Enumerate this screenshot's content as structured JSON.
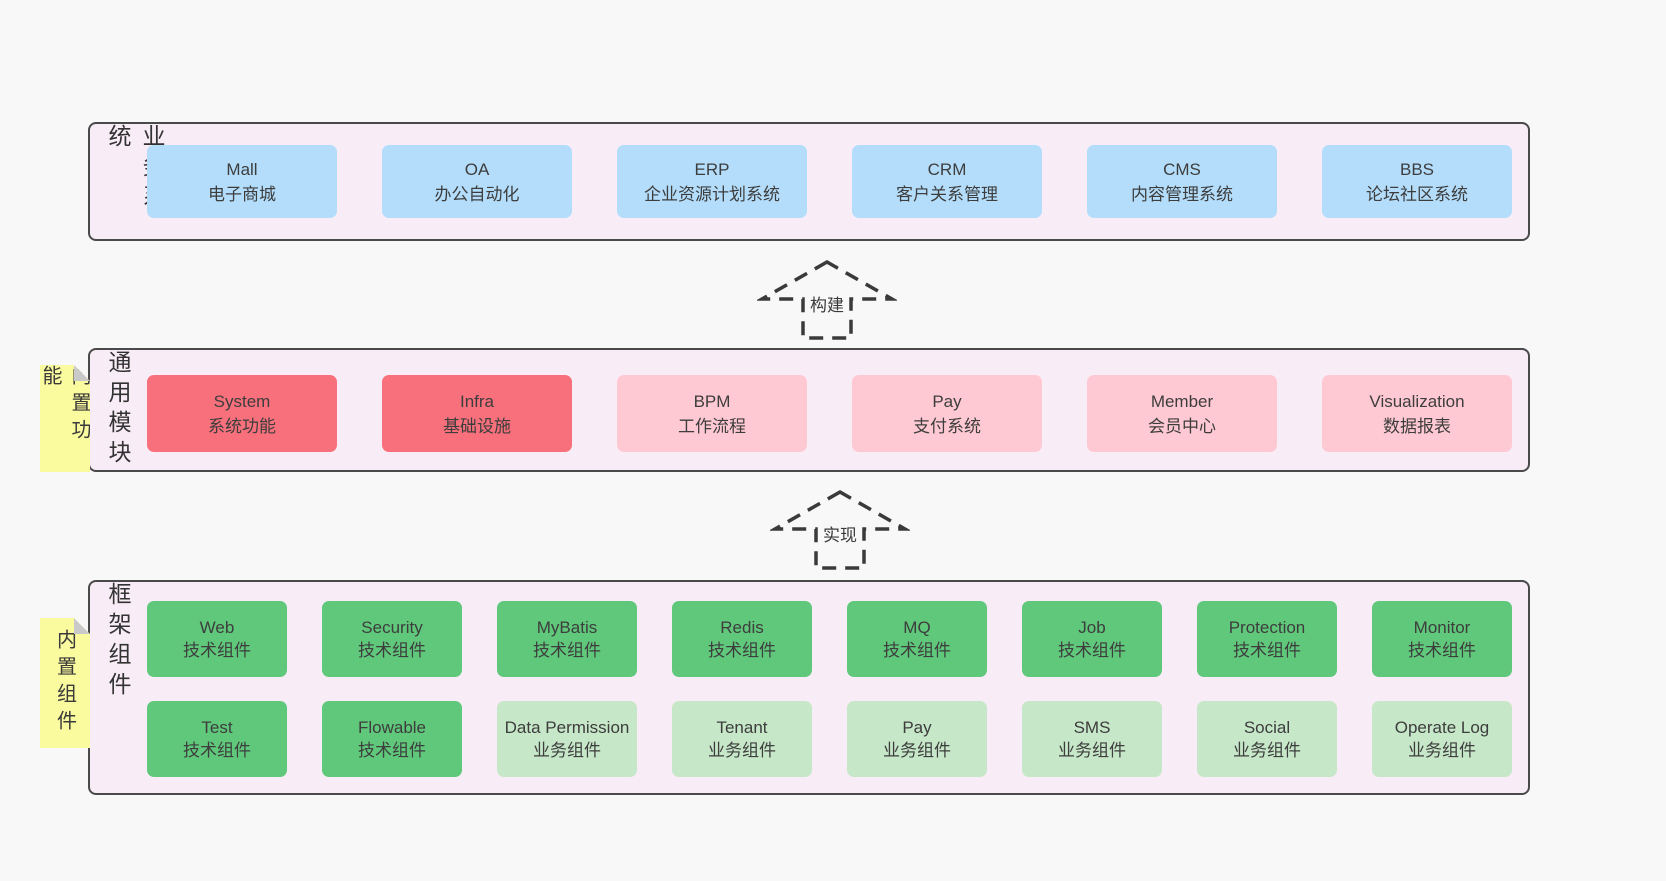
{
  "colors": {
    "page_bg": "#f8f8f8",
    "panel_bg": "#f8edf6",
    "panel_border": "#4a4a4a",
    "box_blue": "#b3ddfa",
    "box_red": "#f7707b",
    "box_pink": "#ffc9d3",
    "box_green": "#5fc87b",
    "box_light_green": "#c6e7c8",
    "sticky_yellow": "#fafa9f",
    "text": "#3d3d3d"
  },
  "arrows": [
    {
      "label": "构建"
    },
    {
      "label": "实现"
    }
  ],
  "panels": [
    {
      "side_label": "业务系统",
      "rows": [
        [
          {
            "title": "Mall",
            "subtitle": "电子商城"
          },
          {
            "title": "OA",
            "subtitle": "办公自动化"
          },
          {
            "title": "ERP",
            "subtitle": "企业资源计划系统"
          },
          {
            "title": "CRM",
            "subtitle": "客户关系管理"
          },
          {
            "title": "CMS",
            "subtitle": "内容管理系统"
          },
          {
            "title": "BBS",
            "subtitle": "论坛社区系统"
          }
        ]
      ]
    },
    {
      "side_label": "通用模块",
      "sticky_label": "内置功能",
      "rows": [
        [
          {
            "title": "System",
            "subtitle": "系统功能"
          },
          {
            "title": "Infra",
            "subtitle": "基础设施"
          },
          {
            "title": "BPM",
            "subtitle": "工作流程"
          },
          {
            "title": "Pay",
            "subtitle": "支付系统"
          },
          {
            "title": "Member",
            "subtitle": "会员中心"
          },
          {
            "title": "Visualization",
            "subtitle": "数据报表"
          }
        ]
      ]
    },
    {
      "side_label": "框架组件",
      "sticky_label": "内置组件",
      "rows": [
        [
          {
            "title": "Web",
            "subtitle": "技术组件"
          },
          {
            "title": "Security",
            "subtitle": "技术组件"
          },
          {
            "title": "MyBatis",
            "subtitle": "技术组件"
          },
          {
            "title": "Redis",
            "subtitle": "技术组件"
          },
          {
            "title": "MQ",
            "subtitle": "技术组件"
          },
          {
            "title": "Job",
            "subtitle": "技术组件"
          },
          {
            "title": "Protection",
            "subtitle": "技术组件"
          },
          {
            "title": "Monitor",
            "subtitle": "技术组件"
          }
        ],
        [
          {
            "title": "Test",
            "subtitle": "技术组件"
          },
          {
            "title": "Flowable",
            "subtitle": "技术组件"
          },
          {
            "title": "Data Permission",
            "subtitle": "业务组件"
          },
          {
            "title": "Tenant",
            "subtitle": "业务组件"
          },
          {
            "title": "Pay",
            "subtitle": "业务组件"
          },
          {
            "title": "SMS",
            "subtitle": "业务组件"
          },
          {
            "title": "Social",
            "subtitle": "业务组件"
          },
          {
            "title": "Operate Log",
            "subtitle": "业务组件"
          }
        ]
      ]
    }
  ]
}
